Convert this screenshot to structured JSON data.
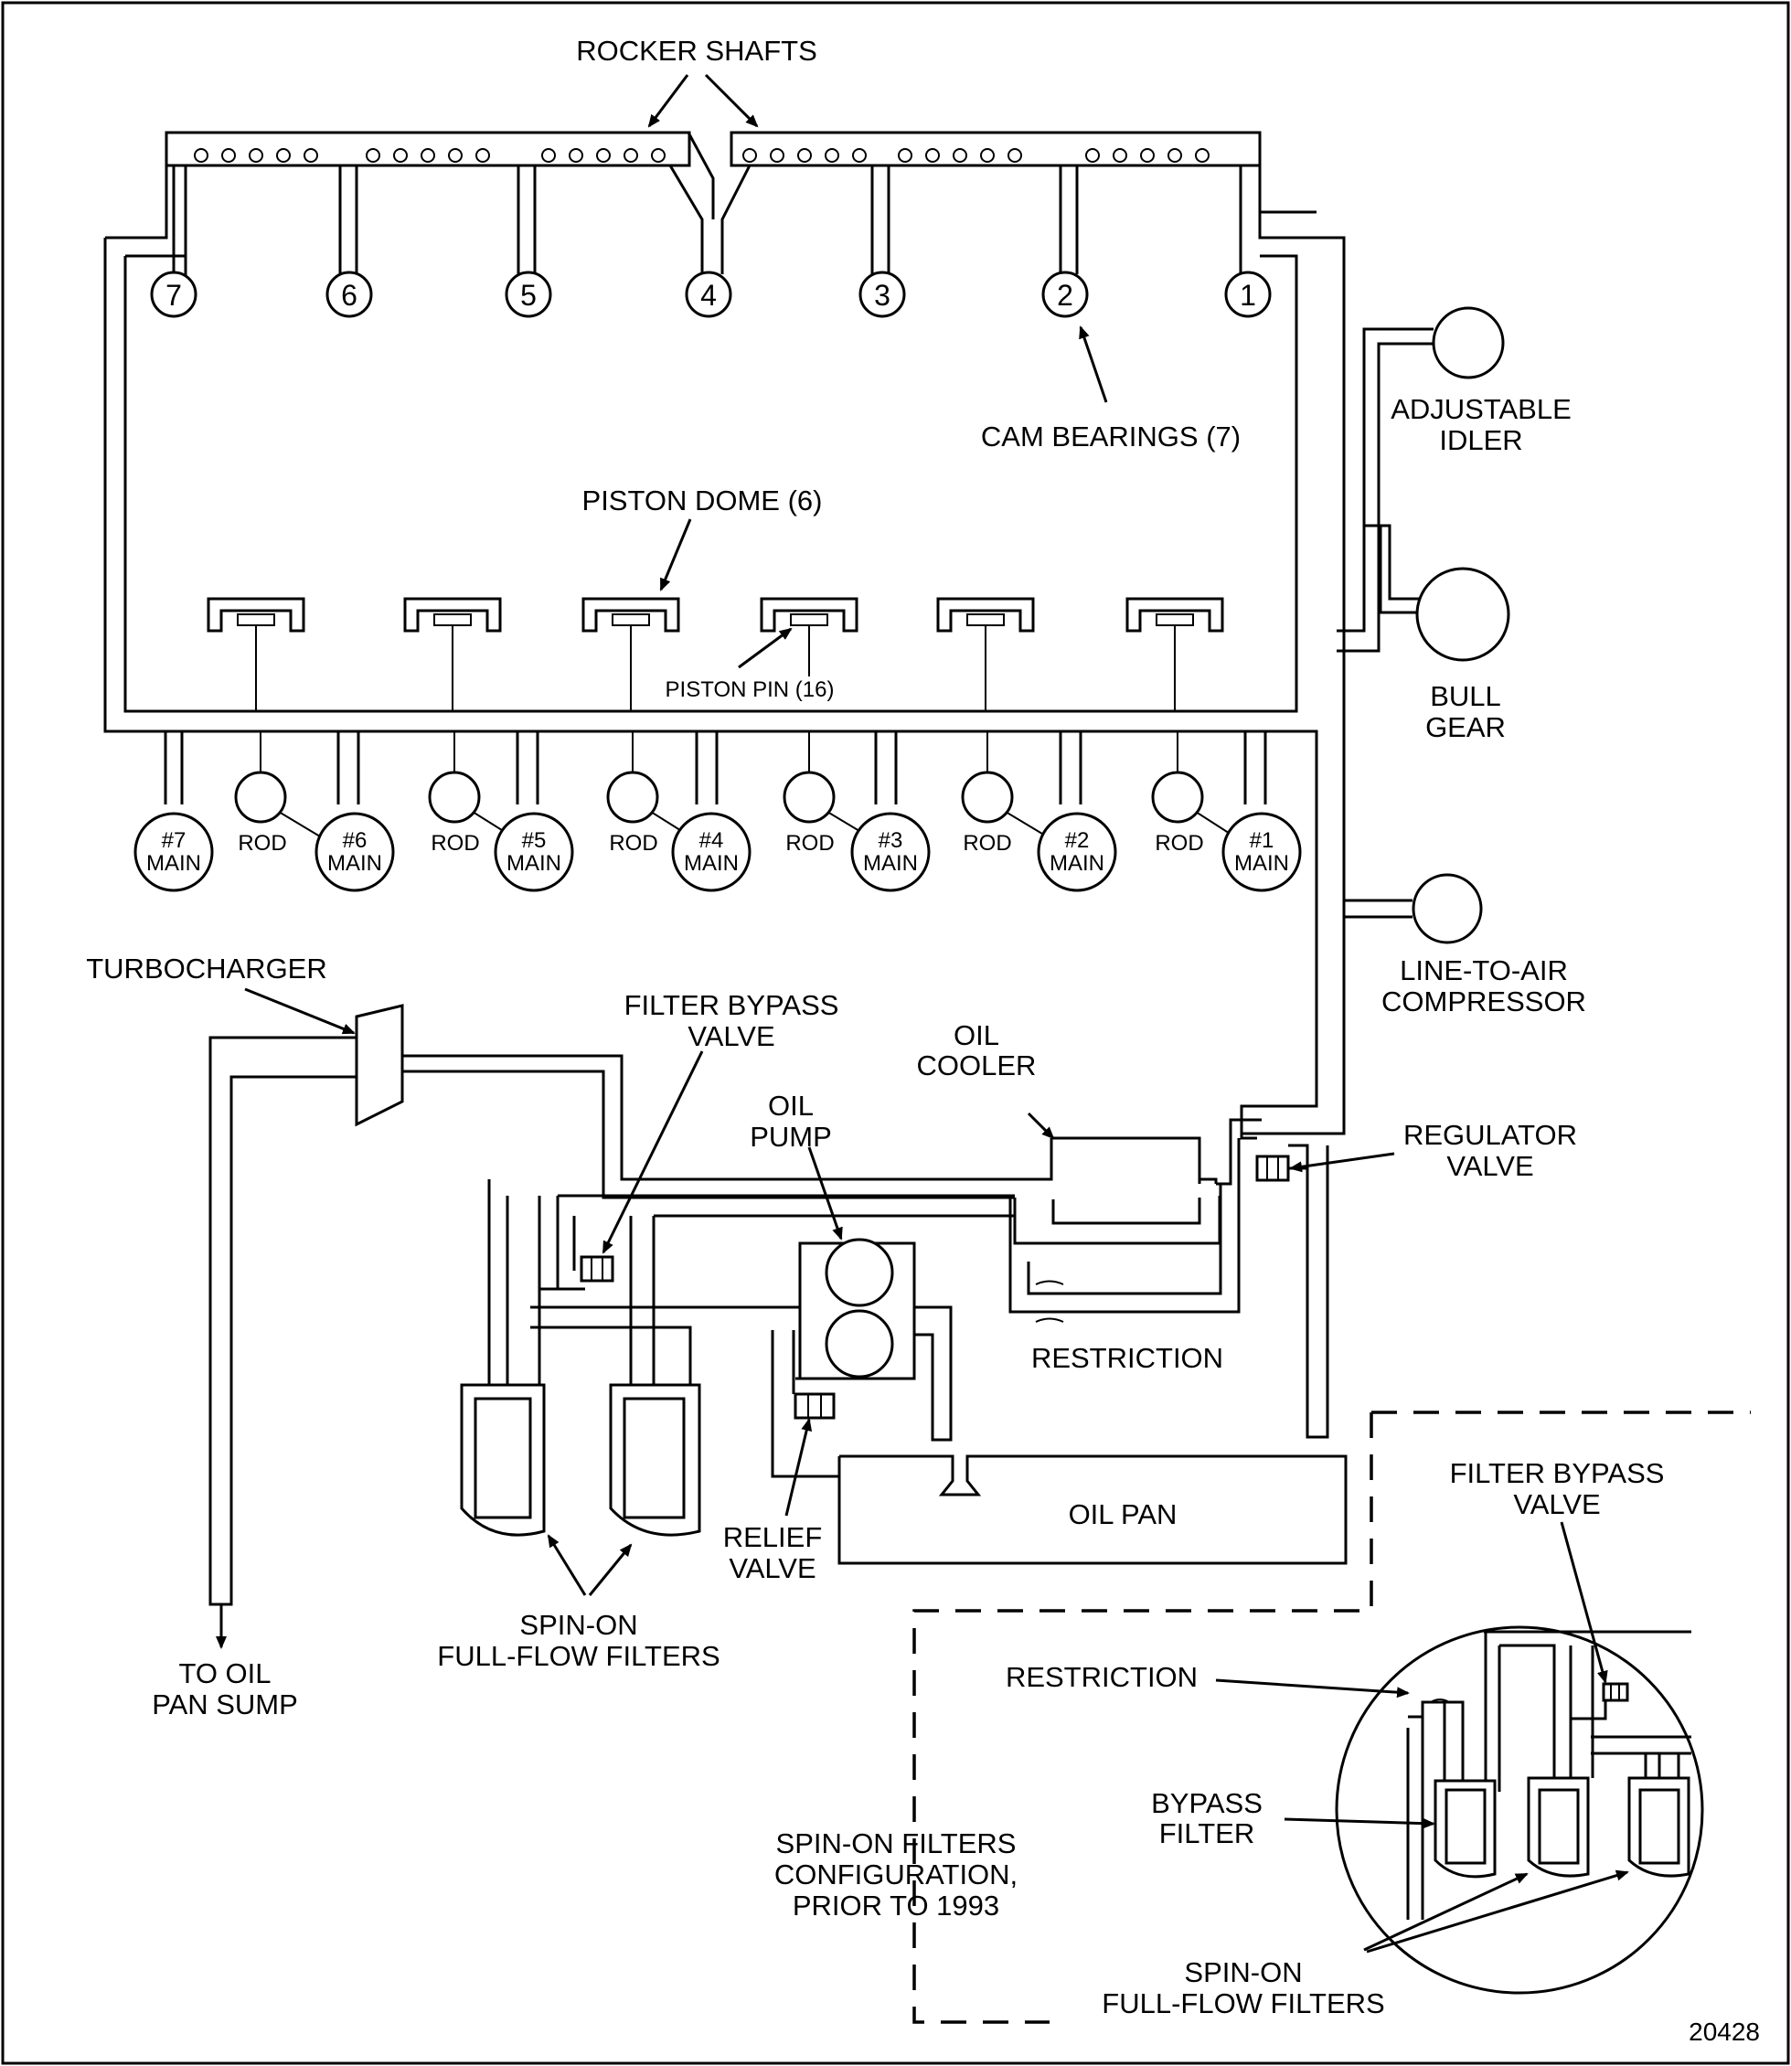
{
  "labels": {
    "rocker_shafts": "ROCKER SHAFTS",
    "cam_bearings": "CAM BEARINGS (7)",
    "adjustable_idler": [
      "ADJUSTABLE",
      "IDLER"
    ],
    "piston_dome": "PISTON DOME (6)",
    "piston_pin": "PISTON PIN (16)",
    "bull_gear": [
      "BULL",
      "GEAR"
    ],
    "line_to_air_compressor": [
      "LINE-TO-AIR",
      "COMPRESSOR"
    ],
    "turbocharger": "TURBOCHARGER",
    "filter_bypass_valve": [
      "FILTER BYPASS",
      "VALVE"
    ],
    "oil_cooler": [
      "OIL",
      "COOLER"
    ],
    "oil_pump": [
      "OIL",
      "PUMP"
    ],
    "regulator_valve": [
      "REGULATOR",
      "VALVE"
    ],
    "restriction": "RESTRICTION",
    "oil_pan": "OIL PAN",
    "relief_valve": [
      "RELIEF",
      "VALVE"
    ],
    "spin_on_filters": [
      "SPIN-ON",
      "FULL-FLOW FILTERS"
    ],
    "to_oil_pan_sump": [
      "TO OIL",
      "PAN SUMP"
    ],
    "inset_filter_bypass_valve": [
      "FILTER BYPASS",
      "VALVE"
    ],
    "inset_restriction": "RESTRICTION",
    "inset_bypass_filter": [
      "BYPASS",
      "FILTER"
    ],
    "inset_config": [
      "SPIN-ON FILTERS",
      "CONFIGURATION,",
      "PRIOR TO 1993"
    ],
    "inset_spin_on_filters": [
      "SPIN-ON",
      "FULL-FLOW FILTERS"
    ],
    "figure_number": "20428"
  },
  "cam_bearing_numbers": [
    "7",
    "6",
    "5",
    "4",
    "3",
    "2",
    "1"
  ],
  "main_bearings": [
    [
      "#7",
      "MAIN"
    ],
    [
      "#6",
      "MAIN"
    ],
    [
      "#5",
      "MAIN"
    ],
    [
      "#4",
      "MAIN"
    ],
    [
      "#3",
      "MAIN"
    ],
    [
      "#2",
      "MAIN"
    ],
    [
      "#1",
      "MAIN"
    ]
  ],
  "rod_label": "ROD"
}
